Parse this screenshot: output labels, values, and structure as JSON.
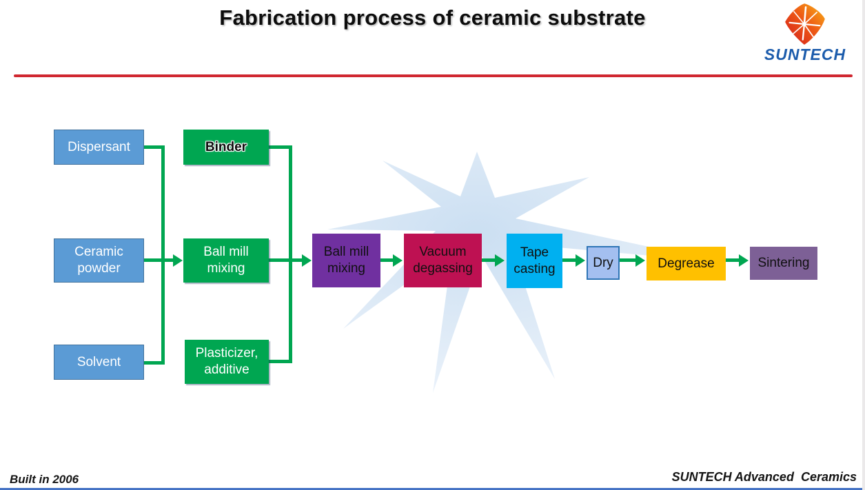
{
  "title": "Fabrication process of ceramic substrate",
  "logo": {
    "brand": "SUNTECH",
    "mark": "sun-diamond-starburst"
  },
  "footer": {
    "left": "Built in 2006",
    "right": "SUNTECH Advanced  Ceramics"
  },
  "accents": {
    "title_rule": "#D02730",
    "bottom_bar": "#4472C4",
    "connector_green": "#00A651",
    "starburst_fill": "#DCE9F6"
  },
  "diagram": {
    "inputs": [
      {
        "id": "dispersant",
        "label": "Dispersant",
        "color": "#5B9BD5"
      },
      {
        "id": "ceramic-powder",
        "label": "Ceramic powder",
        "color": "#5B9BD5"
      },
      {
        "id": "solvent",
        "label": "Solvent",
        "color": "#5B9BD5"
      }
    ],
    "additives": [
      {
        "id": "binder",
        "label": "Binder",
        "color": "#00A651"
      },
      {
        "id": "ball-mill-mixing",
        "label": "Ball mill mixing",
        "color": "#00A651"
      },
      {
        "id": "plasticizer-additive",
        "label": "Plasticizer, additive",
        "color": "#00A651"
      }
    ],
    "process": [
      {
        "id": "ball-mill-mixing-2",
        "label": "Ball mill mixing",
        "color": "#7030A0"
      },
      {
        "id": "vacuum-degassing",
        "label": "Vacuum degassing",
        "color": "#BE1152"
      },
      {
        "id": "tape-casting",
        "label": "Tape casting",
        "color": "#00B0F0"
      },
      {
        "id": "dry",
        "label": "Dry",
        "color": "#A4BFF0"
      },
      {
        "id": "degrease",
        "label": "Degrease",
        "color": "#FFC000"
      },
      {
        "id": "sintering",
        "label": "Sintering",
        "color": "#7D6096"
      }
    ]
  }
}
